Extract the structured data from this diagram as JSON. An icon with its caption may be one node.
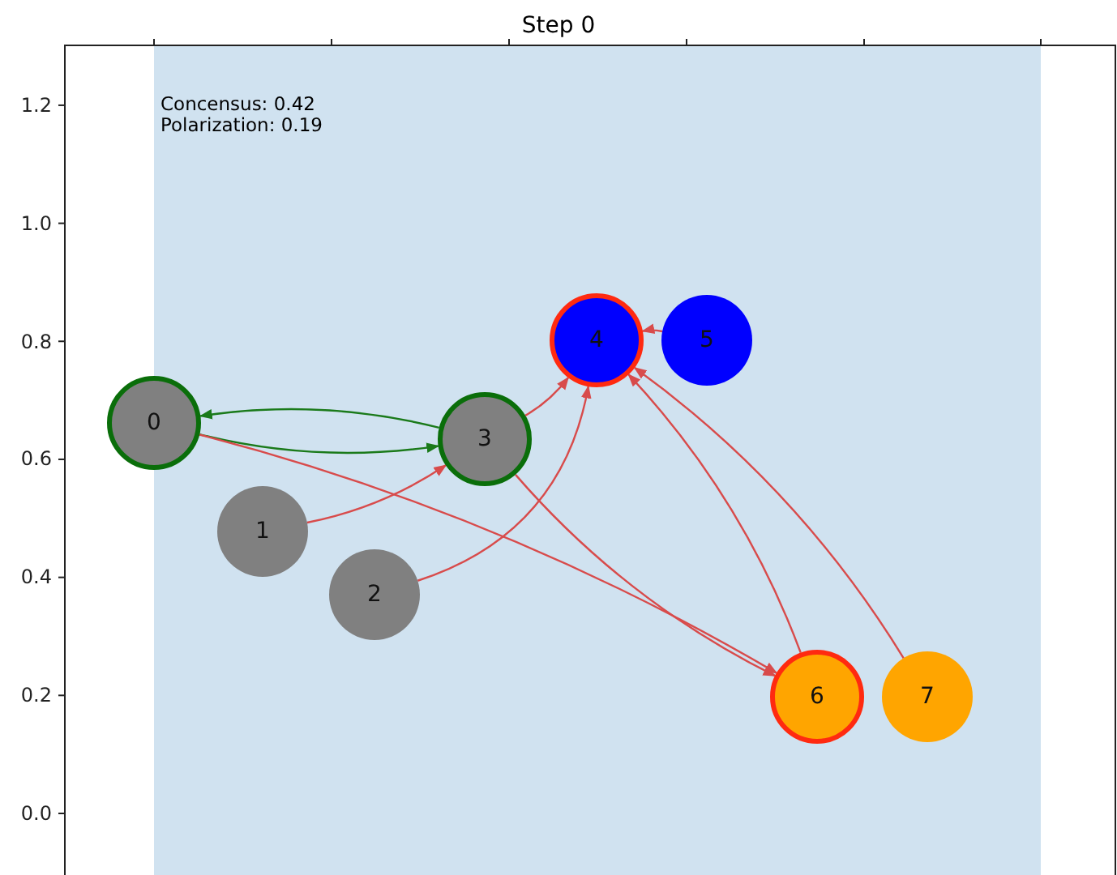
{
  "diagram": {
    "title": "Step 0",
    "nodes": [
      {
        "text": [
          "0"
        ]
      },
      {
        "text": [
          "1"
        ]
      },
      {
        "text": [
          "2"
        ]
      },
      {
        "text": [
          "3"
        ]
      },
      {
        "text": [
          "4"
        ]
      },
      {
        "text": [
          "5"
        ]
      },
      {
        "text": [
          "6"
        ]
      },
      {
        "text": [
          "7"
        ]
      }
    ],
    "edges": [
      {
        "from": 0,
        "to": 3,
        "arrow": "to",
        "color": "#1a7a1a"
      },
      {
        "from": 3,
        "to": 0,
        "arrow": "to",
        "color": "#1a7a1a"
      },
      {
        "from": 0,
        "to": 6,
        "arrow": "to"
      },
      {
        "from": 1,
        "to": 3,
        "arrow": "to"
      },
      {
        "from": 2,
        "to": 4,
        "arrow": "to"
      },
      {
        "from": 3,
        "to": 4,
        "arrow": "to"
      },
      {
        "from": 3,
        "to": 6,
        "arrow": "to"
      },
      {
        "from": 5,
        "to": 4,
        "arrow": "to"
      },
      {
        "from": 6,
        "to": 4,
        "arrow": "to"
      },
      {
        "from": 7,
        "to": 4,
        "arrow": "to"
      }
    ],
    "labels": [
      "Concensus: 0.42",
      "Polarization: 0.19",
      "1.2",
      "1.0",
      "0.8",
      "0.6",
      "0.4",
      "0.2",
      "0.0"
    ]
  }
}
